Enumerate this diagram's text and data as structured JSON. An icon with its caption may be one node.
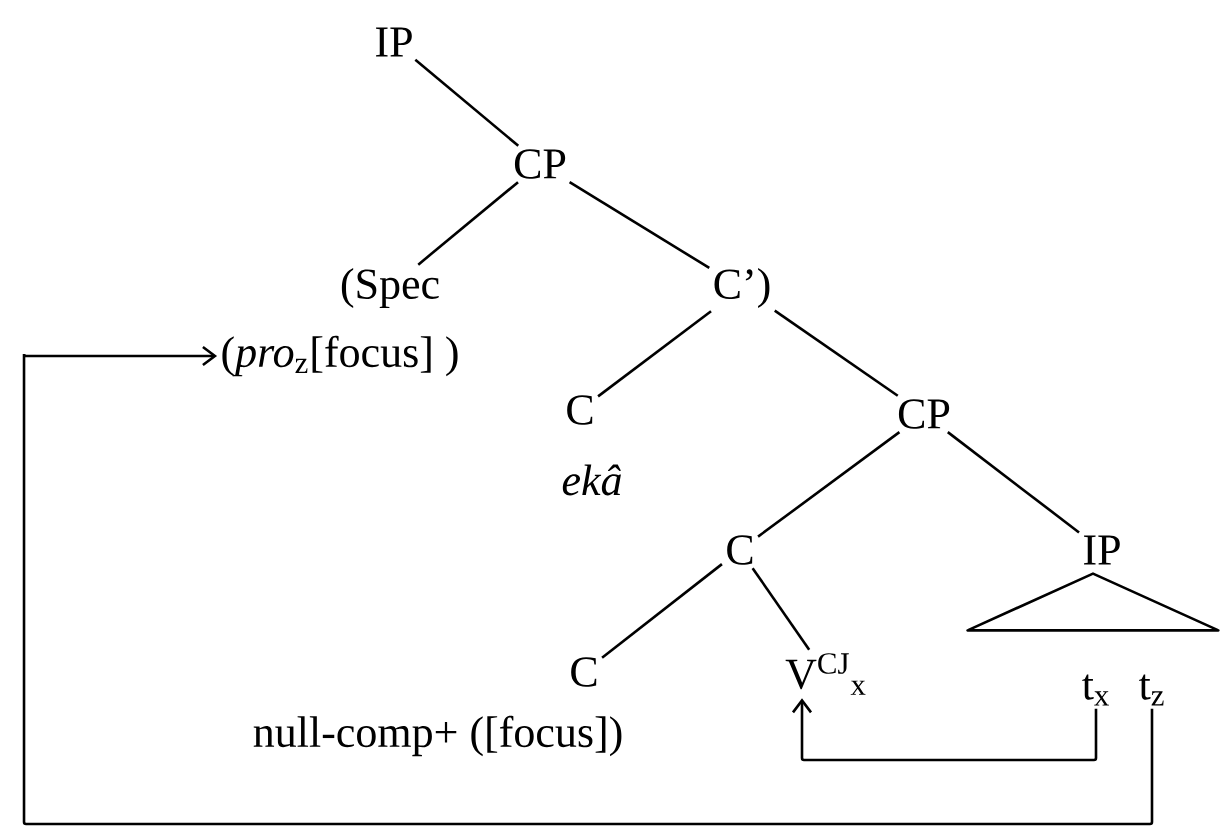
{
  "diagram": {
    "nodes": [
      {
        "text": [
          "IP"
        ]
      },
      {
        "text": [
          "CP"
        ]
      },
      {
        "text": [
          "(Spec"
        ]
      },
      {
        "text": [
          "C’)"
        ]
      },
      {
        "text": [
          "(*pro*$_{z}$[focus] )"
        ]
      },
      {
        "text": [
          "C"
        ],
        "beside": [
          "ekâ"
        ]
      },
      {
        "text": [
          "CP"
        ]
      },
      {
        "text": [
          "C"
        ]
      },
      {
        "text": [
          "IP"
        ]
      },
      {
        "text": [],
        "shape": "triangle"
      },
      {
        "text": [
          "C"
        ],
        "beside": [
          "null-comp+ ([focus])"
        ]
      },
      {
        "text": [
          "V$^{CJ}$$_{x}$"
        ]
      },
      {
        "text": [
          "t$_{x}$"
        ]
      },
      {
        "text": [
          "t$_{z}$"
        ]
      }
    ],
    "edges": [
      {
        "from": 0,
        "to": 1,
        "arrow": "none"
      },
      {
        "from": 1,
        "to": 2,
        "arrow": "none"
      },
      {
        "from": 1,
        "to": 3,
        "arrow": "none"
      },
      {
        "from": 3,
        "to": 5,
        "arrow": "none"
      },
      {
        "from": 3,
        "to": 6,
        "arrow": "none"
      },
      {
        "from": 6,
        "to": 7,
        "arrow": "none"
      },
      {
        "from": 6,
        "to": 8,
        "arrow": "none"
      },
      {
        "from": 7,
        "to": 10,
        "arrow": "none"
      },
      {
        "from": 7,
        "to": 11,
        "arrow": "none"
      },
      {
        "from": 12,
        "to": 11,
        "arrow": "to"
      },
      {
        "from": 13,
        "to": 4,
        "arrow": "to"
      }
    ]
  }
}
